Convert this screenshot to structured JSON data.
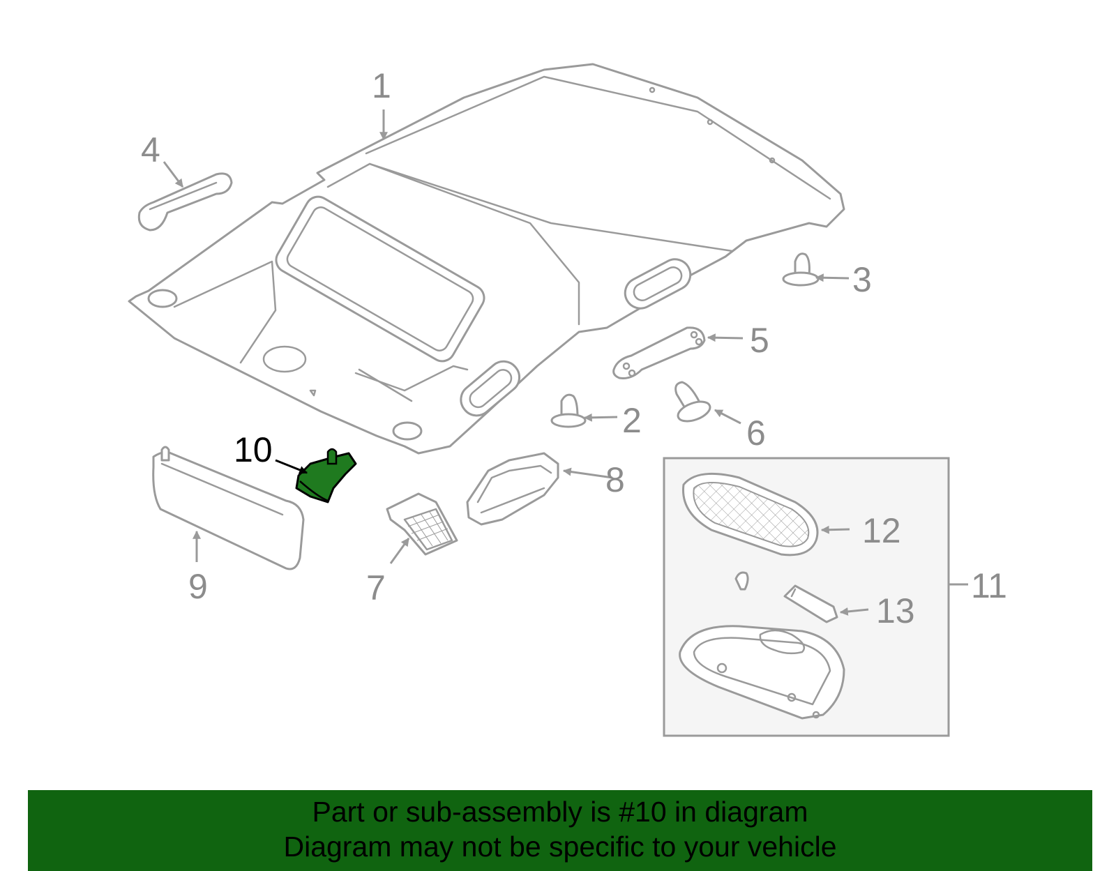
{
  "colors": {
    "line_art": "#9a9a9a",
    "label": "#8c8c8c",
    "highlight_fill": "#1f7a1f",
    "banner_bg": "#106410",
    "kit_box_bg": "#f5f5f5"
  },
  "highlighted_part": "10",
  "callouts": {
    "c1": "1",
    "c2": "2",
    "c3": "3",
    "c4": "4",
    "c5": "5",
    "c6": "6",
    "c7": "7",
    "c8": "8",
    "c9": "9",
    "c10": "10",
    "c11": "11",
    "c12": "12",
    "c13": "13"
  },
  "banner": {
    "line1": "Part or sub-assembly is #10 in diagram",
    "line2": "Diagram may not be specific to your vehicle"
  }
}
